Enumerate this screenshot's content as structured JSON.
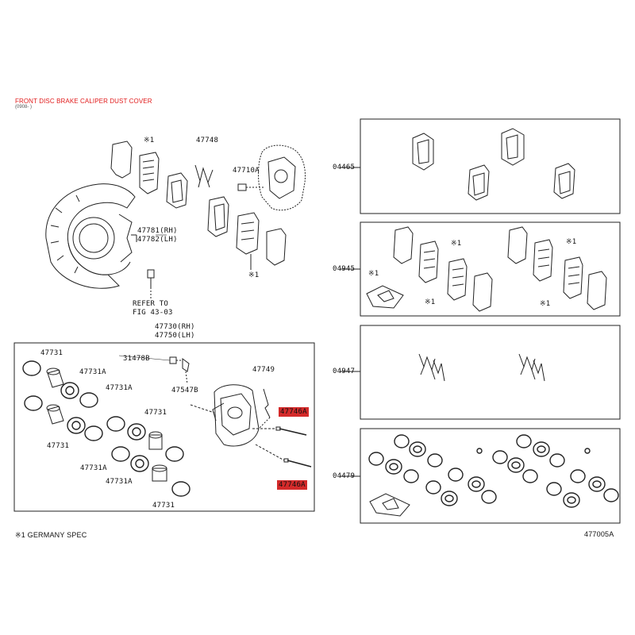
{
  "header": {
    "title": "FRONT DISC BRAKE CALIPER DUST COVER",
    "subtitle": "(0908- )"
  },
  "parts": {
    "p47748": "47748",
    "p47710A": "47710A",
    "p47781": "47781(RH)",
    "p47782": "47782(LH)",
    "refer_line1": "REFER TO",
    "refer_line2": "FIG 43-03",
    "p47730": "47730(RH)",
    "p47750": "47750(LH)",
    "p31478B": "31478B",
    "p47749": "47749",
    "p47547B": "47547B",
    "p47746A_top": "47746A",
    "p47746A_bottom": "47746A",
    "p47731_a": "47731",
    "p47731A_a": "47731A",
    "p47731A_b": "47731A",
    "p47731_b": "47731",
    "p47731_c": "47731",
    "p47731A_c": "47731A",
    "p47731A_d": "47731A",
    "p47731_d": "47731",
    "mark_pad_top": "※1",
    "mark_pad_bottom": "※1"
  },
  "kits": {
    "k04465": "04465",
    "k04945": "04945",
    "k04947": "04947",
    "k04479": "04479",
    "mark_04945_a": "※1",
    "mark_04945_b": "※1",
    "mark_04945_c": "※1",
    "mark_04945_d": "※1",
    "mark_04945_e": "※1"
  },
  "footer": {
    "note": "※1 GERMANY SPEC",
    "diagram_id": "477005A"
  },
  "colors": {
    "title": "#e11b1b",
    "highlight": "#d42a2a",
    "line": "#222222"
  }
}
